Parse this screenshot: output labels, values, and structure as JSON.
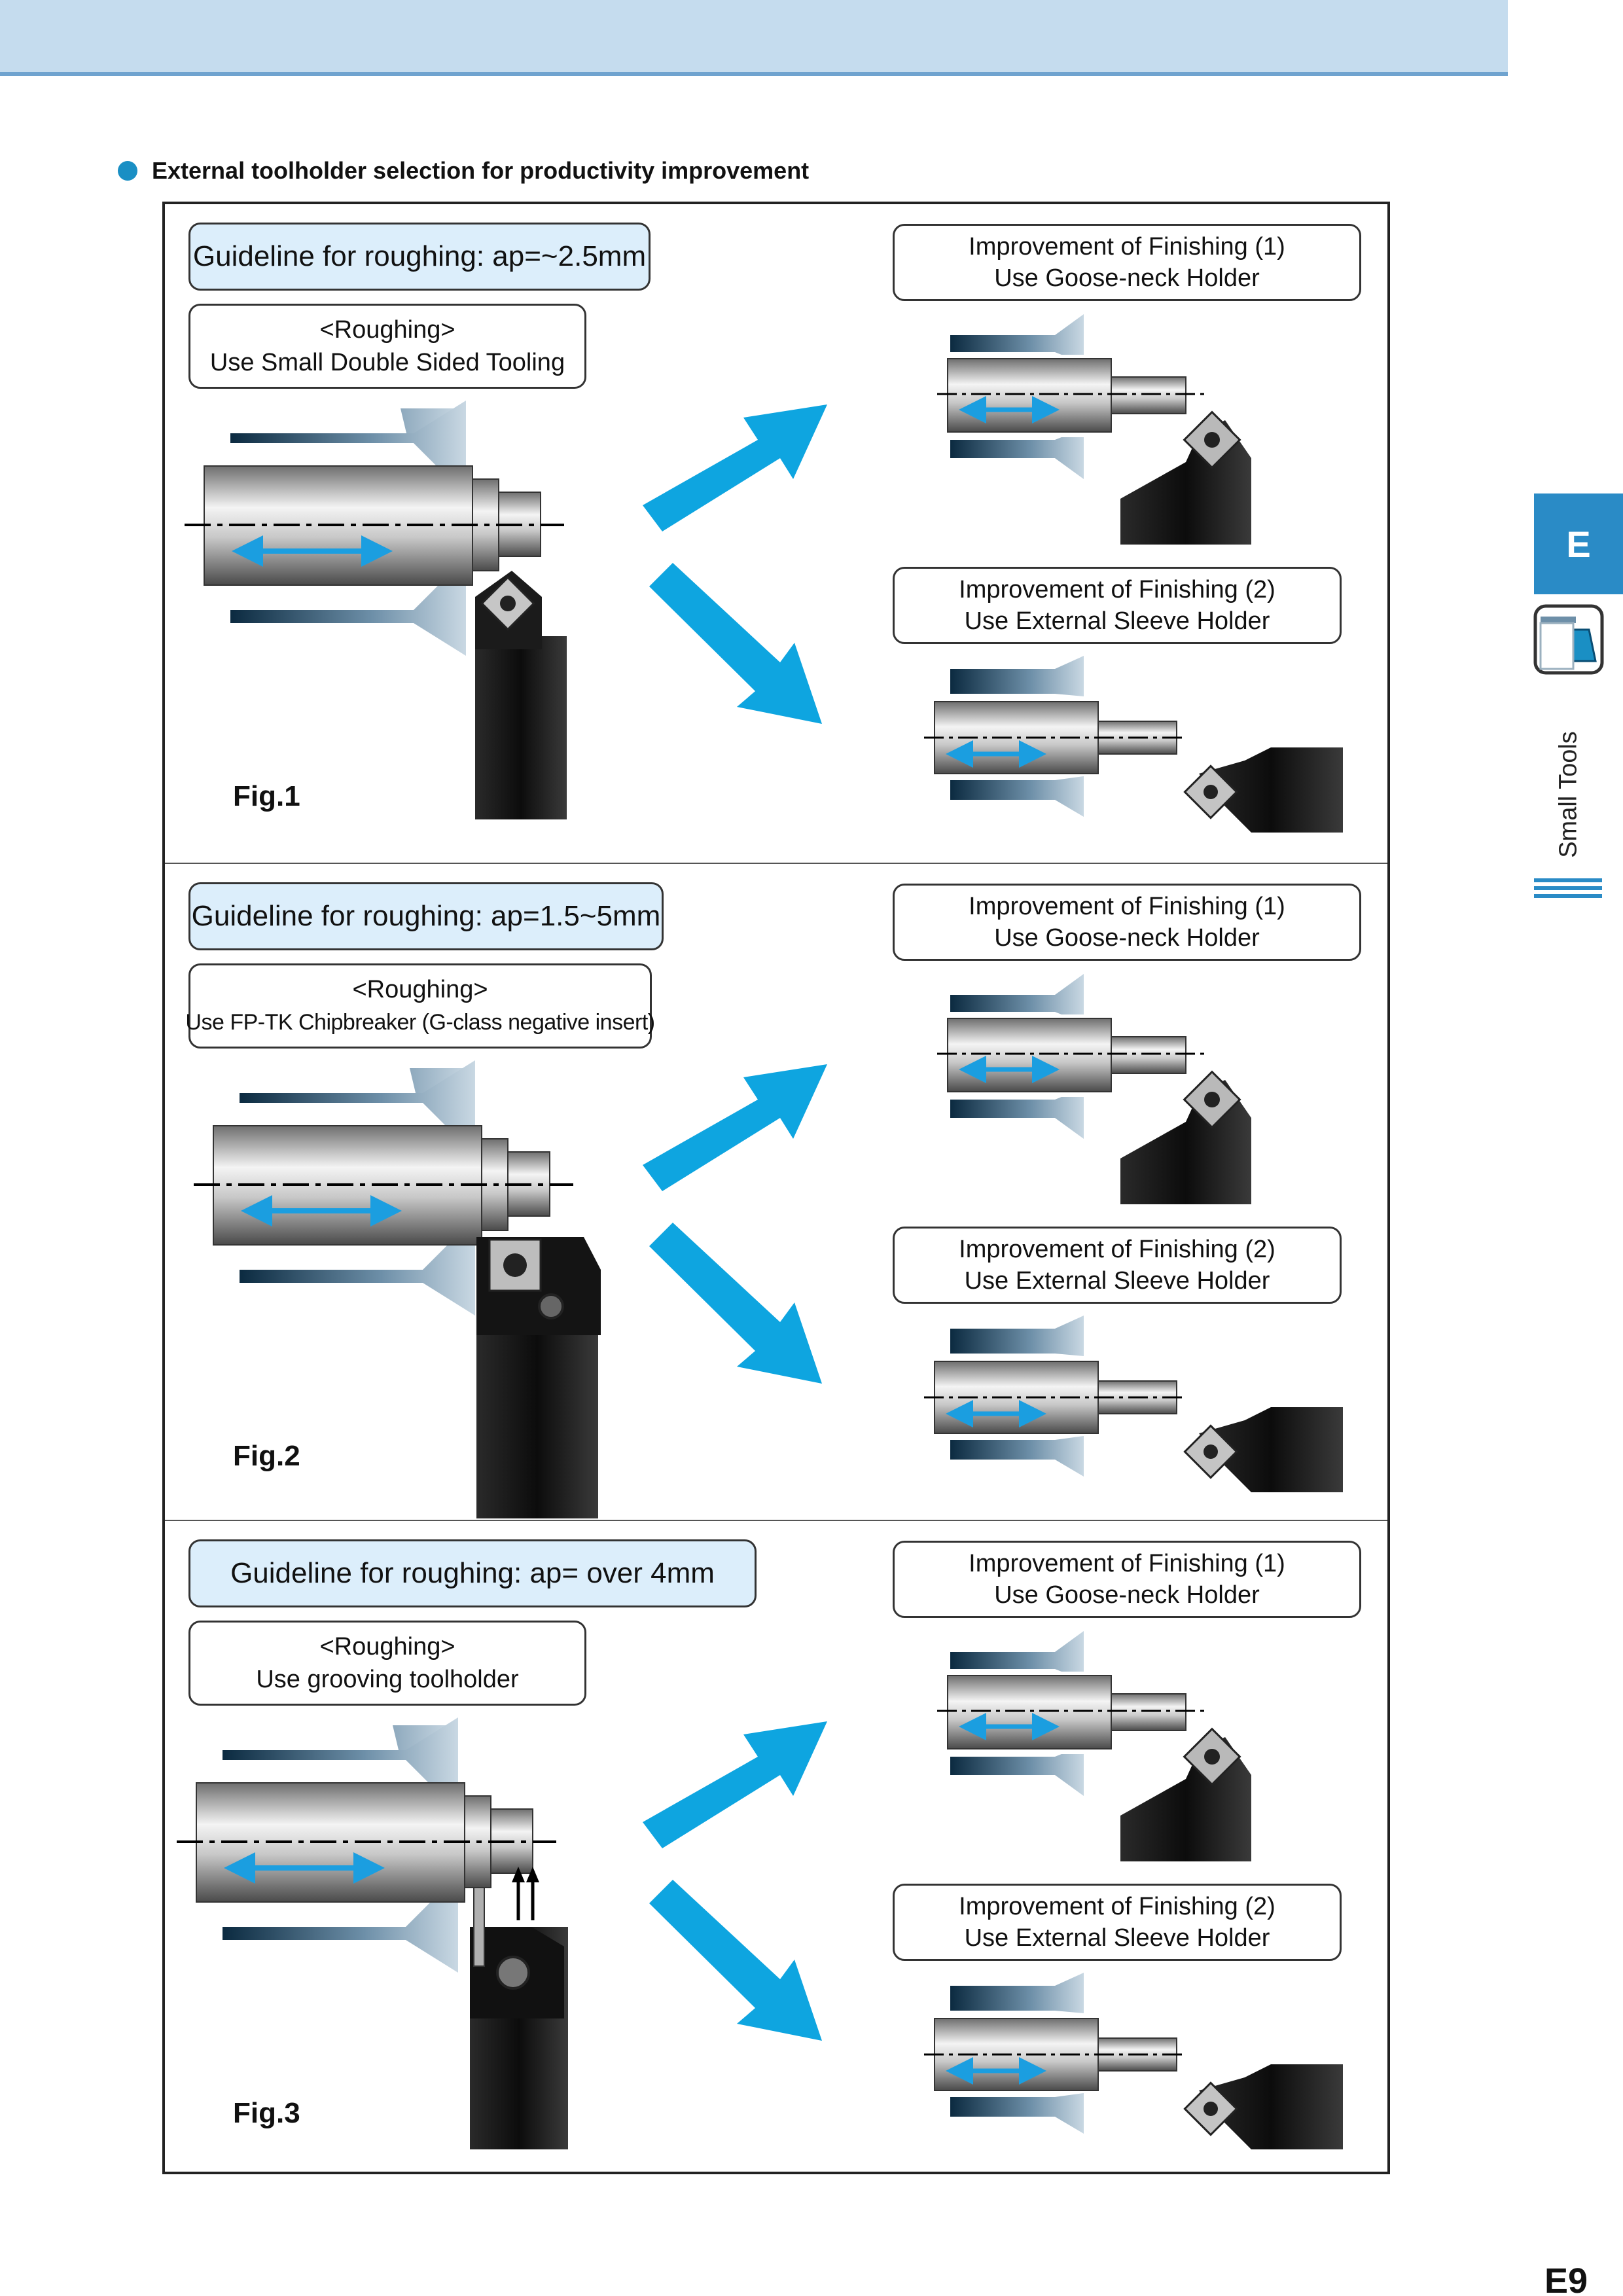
{
  "section": {
    "heading": "External toolholder selection for productivity improvement"
  },
  "panels": [
    {
      "guideline": "Guideline for roughing: ap=~2.5mm",
      "roughing_title": "<Roughing>",
      "roughing_desc": "Use Small Double Sided Tooling",
      "fig": "Fig.1"
    },
    {
      "guideline": "Guideline for roughing: ap=1.5~5mm",
      "roughing_title": "<Roughing>",
      "roughing_desc": "Use FP-TK Chipbreaker (G-class negative insert)",
      "fig": "Fig.2"
    },
    {
      "guideline": "Guideline for roughing: ap= over 4mm",
      "roughing_title": "<Roughing>",
      "roughing_desc": "Use grooving toolholder",
      "fig": "Fig.3"
    }
  ],
  "finishing": {
    "f1_line1": "Improvement of Finishing (1)",
    "f1_line2": "Use Goose-neck Holder",
    "f2_line1": "Improvement of Finishing (2)",
    "f2_line2": "Use External Sleeve Holder"
  },
  "sidebar": {
    "tab": "E",
    "label": "Small Tools",
    "icon": "toolholder-icon"
  },
  "page_number": "E9",
  "colors": {
    "accent": "#2a8bc6",
    "arrow": "#0ea5e0",
    "highlight": "#dceefb",
    "band": "#c5dcee"
  }
}
